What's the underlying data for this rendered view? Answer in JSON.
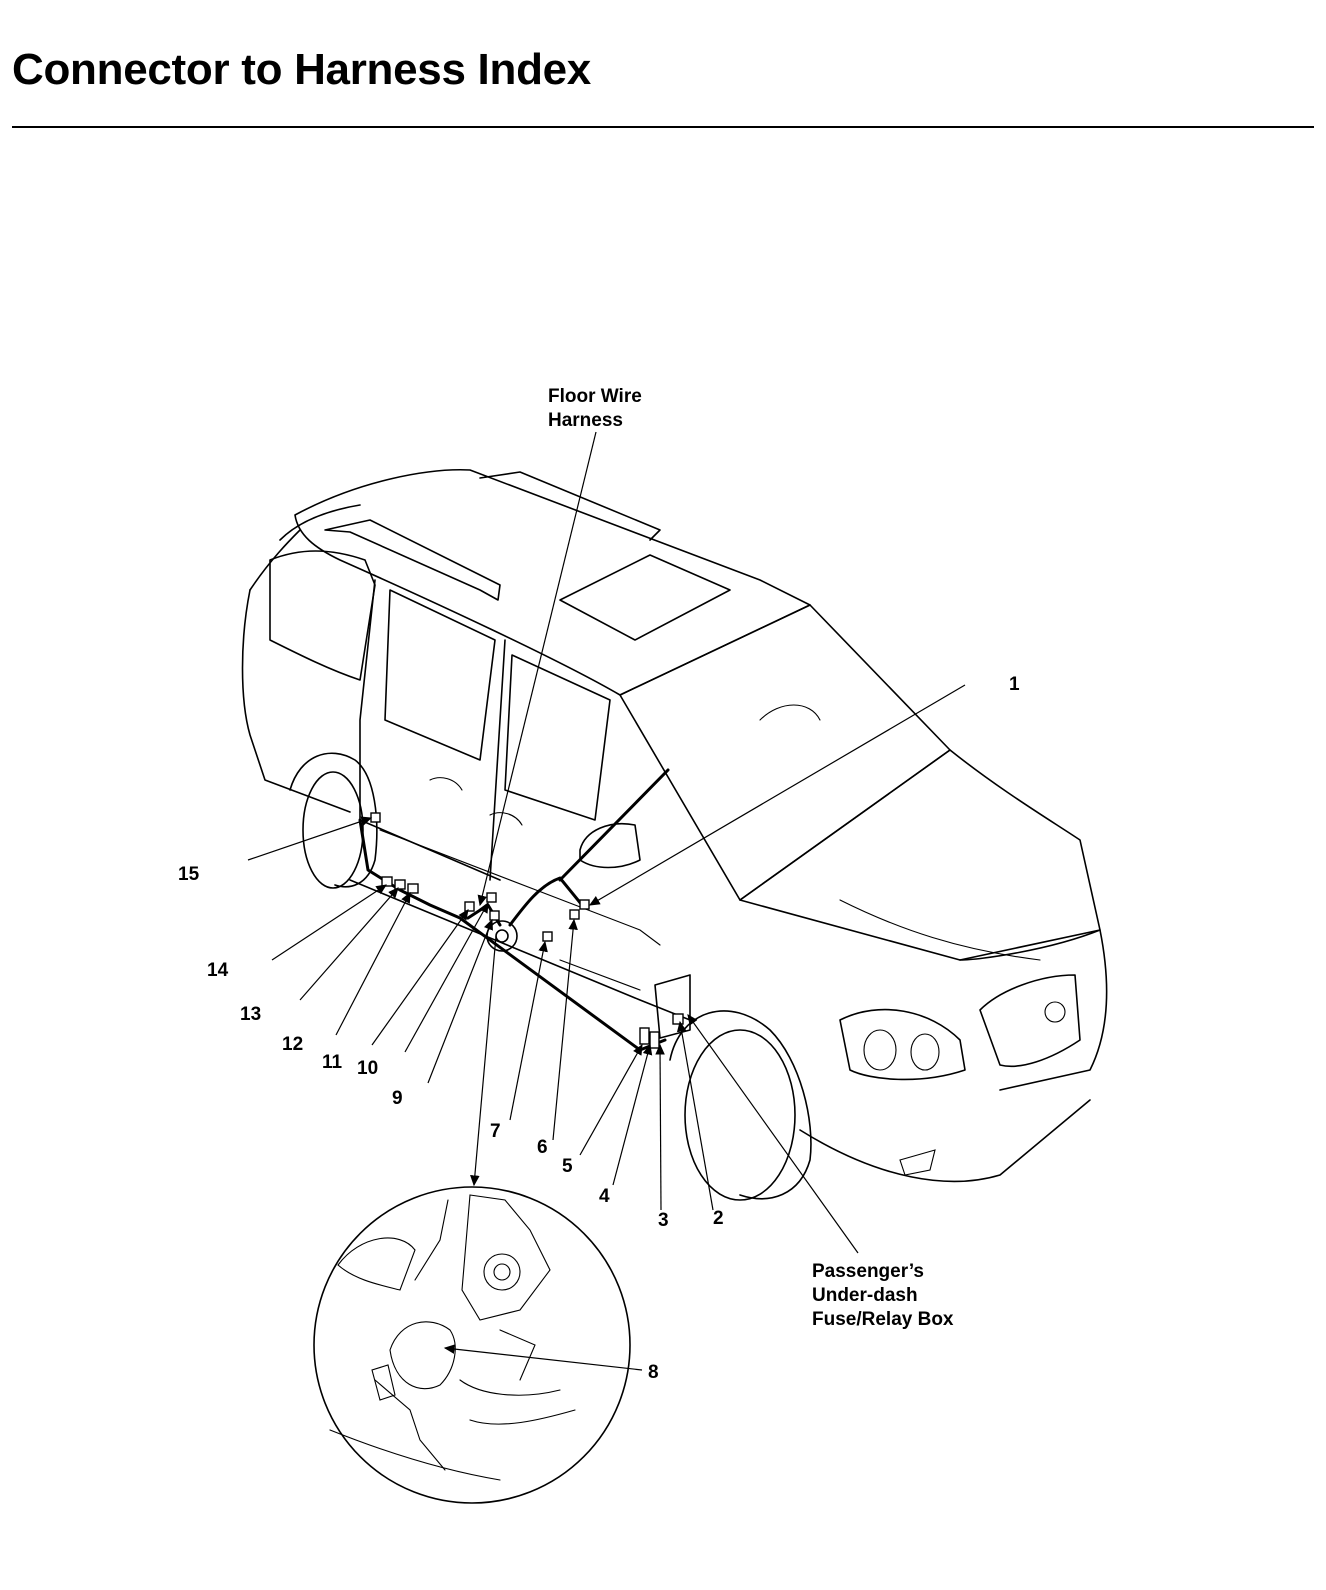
{
  "header": {
    "title": "Connector to Harness Index"
  },
  "diagram": {
    "harness_label_lines": [
      "Floor Wire",
      "Harness"
    ],
    "fuse_box_label_lines": [
      "Passenger’s",
      "Under-dash",
      "Fuse/Relay Box"
    ],
    "callouts": [
      "1",
      "2",
      "3",
      "4",
      "5",
      "6",
      "7",
      "8",
      "9",
      "10",
      "11",
      "12",
      "13",
      "14",
      "15"
    ]
  }
}
